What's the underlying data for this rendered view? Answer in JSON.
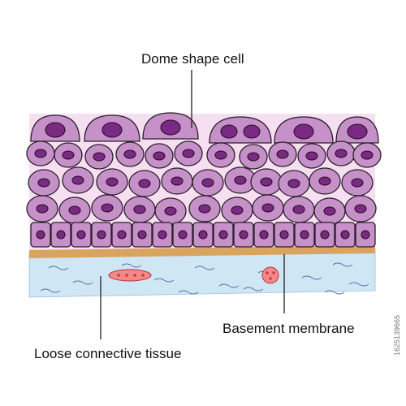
{
  "labels": {
    "dome_shape_cell": "Dome shape cell",
    "basement_membrane": "Basement membrane",
    "loose_connective_tissue": "Loose connective tissue"
  },
  "side_id": "1625139665",
  "colors": {
    "epithelium_bg": "#f5dff0",
    "cell_fill": "#c691c9",
    "nucleus_fill": "#7a2a85",
    "basement_membrane": "#d8a45f",
    "connective_tissue": "#cfe6f5",
    "fiber": "#5b6fa8",
    "rbc_fill": "#f08a8a",
    "rbc_dot": "#e23030",
    "leader_line": "#222222"
  }
}
